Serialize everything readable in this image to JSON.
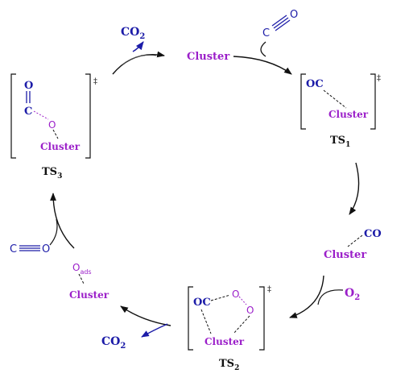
{
  "colors": {
    "cluster": "#9b1fc9",
    "molecule": "#1c1ca8",
    "arrow": "#111111"
  },
  "labels": {
    "cluster_top": "Cluster",
    "co2_top": "CO",
    "co2_top_sub": "2",
    "co_incoming_c": "C",
    "co_incoming_o": "O",
    "ts1_oc": "OC",
    "ts1_cluster": "Cluster",
    "ts1_dagger": "‡",
    "ts1_name": "TS",
    "ts1_sub": "1",
    "ads_co": "CO",
    "ads_cluster": "Cluster",
    "o2": "O",
    "o2_sub": "2",
    "ts2_oc": "OC",
    "ts2_o1": "O",
    "ts2_o2": "O",
    "ts2_cluster": "Cluster",
    "ts2_dagger": "‡",
    "ts2_name": "TS",
    "ts2_sub": "2",
    "co2_bottom": "CO",
    "co2_bottom_sub": "2",
    "oads_o": "O",
    "oads_sub": "ads",
    "oads_cluster": "Cluster",
    "co_left_c": "C",
    "co_left_o": "O",
    "ts3_o": "O",
    "ts3_c": "C",
    "ts3_o2": "O",
    "ts3_cluster": "Cluster",
    "ts3_dagger": "‡",
    "ts3_name": "TS",
    "ts3_sub": "3"
  }
}
